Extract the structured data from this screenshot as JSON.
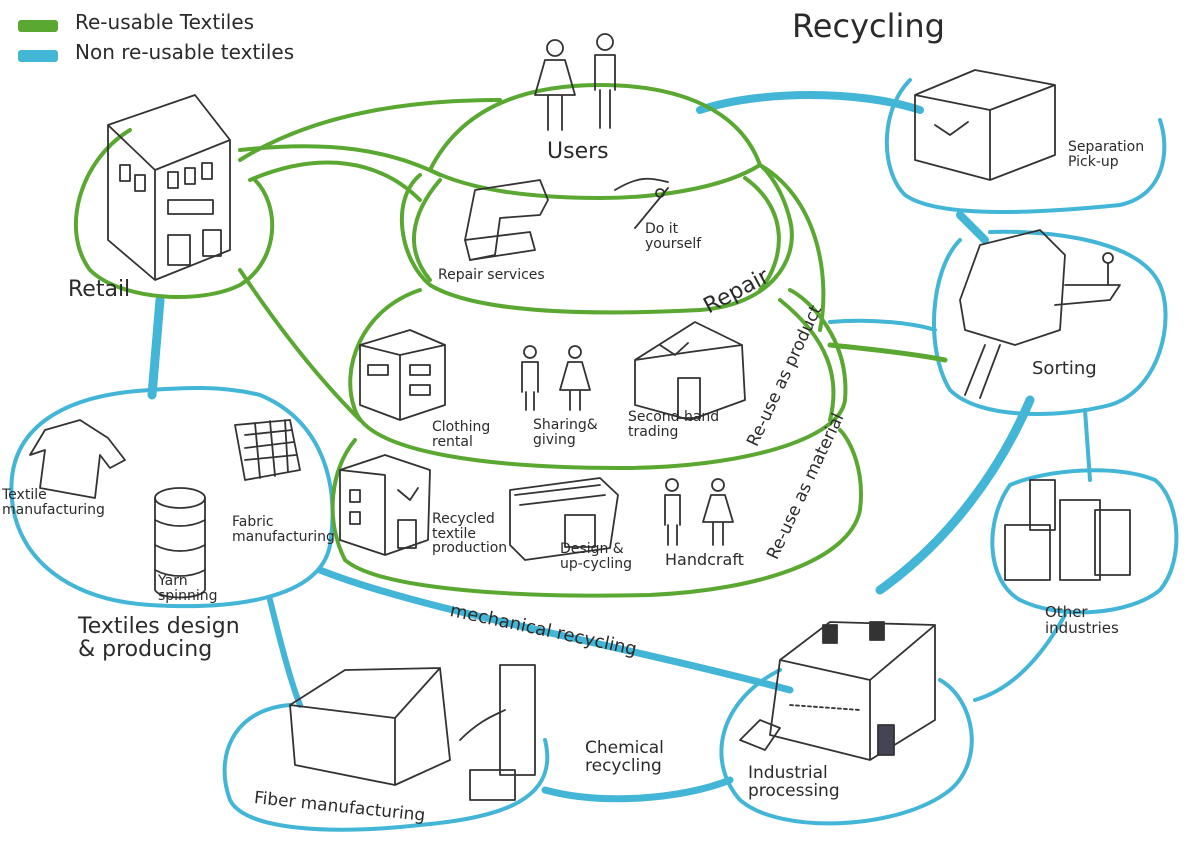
{
  "legend": {
    "reusable": {
      "label": "Re-usable Textiles",
      "color": "#5aa832"
    },
    "non_reusable": {
      "label": "Non re-usable textiles",
      "color": "#43b5d6"
    }
  },
  "nodes": {
    "recycling": "Recycling",
    "users": "Users",
    "retail": "Retail",
    "repair_services": "Repair services",
    "diy": "Do it\nyourself",
    "repair": "Repair",
    "clothing_rental": "Clothing\nrental",
    "sharing": "Sharing&\ngiving",
    "second_hand": "Second hand\ntrading",
    "reuse_product": "Re-use as product",
    "reuse_material": "Re-use as material",
    "recycled_textile": "Recycled\ntextile\nproduction",
    "design_upcycling": "Design &\nup-cycling",
    "handcraft": "Handcraft",
    "separation": "Separation\nPick-up",
    "sorting": "Sorting",
    "other_industries": "Other\nindustries",
    "textile_manufacturing": "Textile\nmanufacturing",
    "yarn_spinning": "Yarn\nspinning",
    "fabric_manufacturing": "Fabric\nmanufacturing",
    "textiles_design": "Textiles design\n& producing",
    "mechanical_recycling": "mechanical recycling",
    "chemical_recycling": "Chemical\nrecycling",
    "industrial_processing": "Industrial\nprocessing",
    "fiber_manufacturing": "Fiber manufacturing"
  },
  "icons": [
    "user-icon",
    "building-icon",
    "sewing-machine-icon",
    "needle-icon",
    "recycle-box-icon",
    "factory-icon",
    "shirt-icon",
    "yarn-icon",
    "fabric-icon",
    "shop-icon"
  ]
}
